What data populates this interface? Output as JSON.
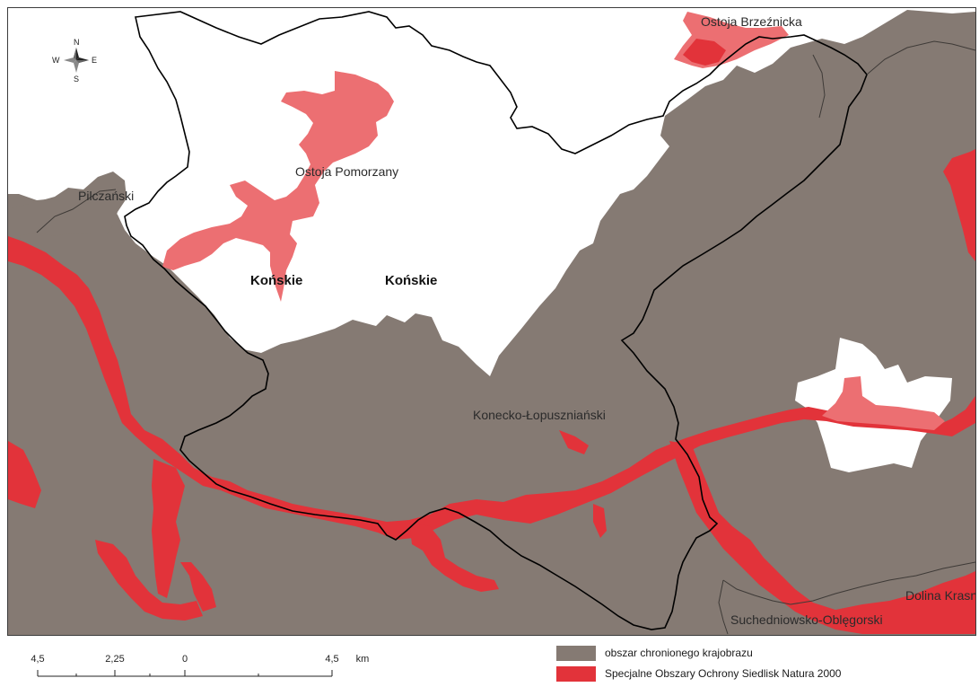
{
  "colors": {
    "protected_landscape": "#857a73",
    "natura2000": "#e2333a",
    "natura2000_light": "#ec6f72",
    "boundary": "#000000",
    "background": "#ffffff"
  },
  "map": {
    "labels": {
      "ostoja_brzeznicka": "Ostoja Brzeźnicka",
      "ostoja_pomorzany": "Ostoja Pomorzany",
      "pilczanski": "Pilczański",
      "konskie_west": "Końskie",
      "konskie_east": "Końskie",
      "konecko_lopuszninski": "Konecko-Łopuszniański",
      "suchedniowsko_oblegorski": "Suchedniowsko-Oblęgorski",
      "dolina_krasnej": "Dolina Krasnej"
    },
    "compass": {
      "north": "N",
      "south": "S",
      "east": "E",
      "west": "W",
      "icon": "compass-rose-icon"
    }
  },
  "scalebar": {
    "ticks": [
      "4,5",
      "2,25",
      "0",
      "4,5"
    ],
    "unit": "km"
  },
  "legend": {
    "items": [
      {
        "label": "obszar chronionego krajobrazu",
        "color": "#857a73"
      },
      {
        "label": "Specjalne Obszary Ochrony Siedlisk Natura 2000",
        "color": "#e2333a"
      }
    ]
  }
}
